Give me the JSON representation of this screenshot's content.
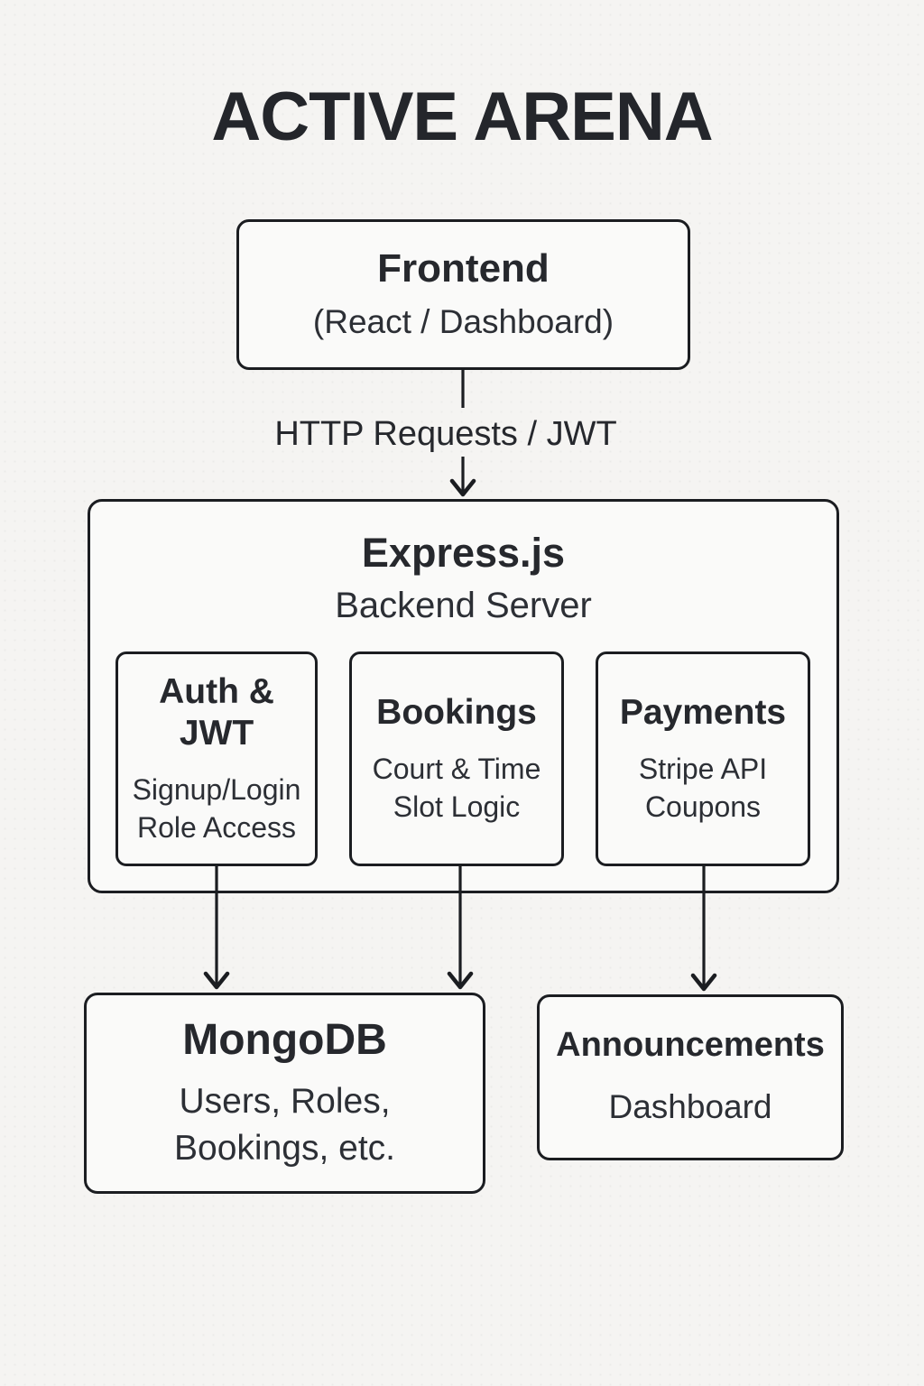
{
  "page": {
    "title": "ACTIVE ARENA"
  },
  "colors": {
    "background": "#f5f4f2",
    "node_fill": "#fafaf9",
    "border": "#1b1d21",
    "text": "#26282d"
  },
  "nodes": {
    "frontend": {
      "title": "Frontend",
      "subtitle": "(React / Dashboard)"
    },
    "backend": {
      "title": "Express.js",
      "subtitle": "Backend Server"
    },
    "auth": {
      "title": "Auth &\nJWT",
      "body": "Signup/Login\nRole Access"
    },
    "bookings": {
      "title": "Bookings",
      "body": "Court & Time\nSlot Logic"
    },
    "payments": {
      "title": "Payments",
      "body": "Stripe API\nCoupons"
    },
    "mongodb": {
      "title": "MongoDB",
      "body": "Users, Roles,\nBookings, etc."
    },
    "announcements": {
      "title": "Announcements",
      "body": "Dashboard"
    }
  },
  "edges": {
    "frontend_to_backend": {
      "label": "HTTP Requests / JWT"
    }
  }
}
